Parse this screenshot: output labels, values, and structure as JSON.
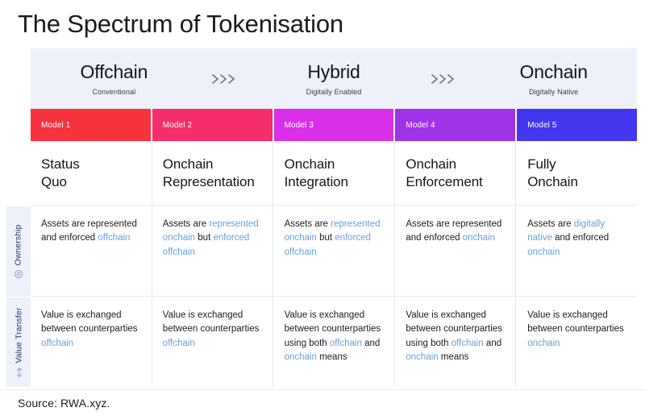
{
  "page": {
    "title": "The Spectrum of Tokenisation",
    "footer": "Source: RWA.xyz."
  },
  "phases": [
    {
      "name": "Offchain",
      "subtitle": "Conventional"
    },
    {
      "name": "Hybrid",
      "subtitle": "Digitally Enabled"
    },
    {
      "name": "Onchain",
      "subtitle": "Digitally Native"
    }
  ],
  "phase_separator": {
    "icon": "triple-chevron-right-icon",
    "glyph": ">>>"
  },
  "row_labels": [
    {
      "label": "Ownership",
      "icon": "ownership-circle-icon"
    },
    {
      "label": "Value Transfer",
      "icon": "value-transfer-arrows-icon"
    }
  ],
  "columns": [
    {
      "chip": "Model 1",
      "color": "#f6333f",
      "name": "Status\nQuo",
      "name_line1": "Status",
      "name_line2": "Quo",
      "ownership": [
        {
          "text": "Assets are represented and enforced ",
          "highlight": false
        },
        {
          "text": "offchain",
          "highlight": true
        }
      ],
      "value_transfer": [
        {
          "text": "Value is exchanged between counterparties ",
          "highlight": false
        },
        {
          "text": "offchain",
          "highlight": true
        }
      ]
    },
    {
      "chip": "Model 2",
      "color": "#f62e6b",
      "name": "Onchain\nRepresentation",
      "name_line1": "Onchain",
      "name_line2": "Representation",
      "ownership": [
        {
          "text": "Assets are ",
          "highlight": false
        },
        {
          "text": "represented onchain",
          "highlight": true
        },
        {
          "text": " but ",
          "highlight": false
        },
        {
          "text": "enforced offchain",
          "highlight": true
        }
      ],
      "value_transfer": [
        {
          "text": "Value is exchanged between counterparties ",
          "highlight": false
        },
        {
          "text": "offchain",
          "highlight": true
        }
      ]
    },
    {
      "chip": "Model 3",
      "color": "#d92fe8",
      "name": "Onchain\nIntegration",
      "name_line1": "Onchain",
      "name_line2": "Integration",
      "ownership": [
        {
          "text": "Assets are ",
          "highlight": false
        },
        {
          "text": "represented onchain",
          "highlight": true
        },
        {
          "text": " but ",
          "highlight": false
        },
        {
          "text": "enforced offchain",
          "highlight": true
        }
      ],
      "value_transfer": [
        {
          "text": "Value is exchanged between counterparties using both ",
          "highlight": false
        },
        {
          "text": "offchain",
          "highlight": true
        },
        {
          "text": " and ",
          "highlight": false
        },
        {
          "text": "onchain",
          "highlight": true
        },
        {
          "text": " means",
          "highlight": false
        }
      ]
    },
    {
      "chip": "Model 4",
      "color": "#a033e8",
      "name": "Onchain\nEnforcement",
      "name_line1": "Onchain",
      "name_line2": "Enforcement",
      "ownership": [
        {
          "text": "Assets are represented and enforced ",
          "highlight": false
        },
        {
          "text": "onchain",
          "highlight": true
        }
      ],
      "value_transfer": [
        {
          "text": "Value is exchanged between counterparties using both ",
          "highlight": false
        },
        {
          "text": "offchain",
          "highlight": true
        },
        {
          "text": " and ",
          "highlight": false
        },
        {
          "text": "onchain",
          "highlight": true
        },
        {
          "text": " means",
          "highlight": false
        }
      ]
    },
    {
      "chip": "Model 5",
      "color": "#4338f0",
      "name": "Fully\nOnchain",
      "name_line1": "Fully",
      "name_line2": "Onchain",
      "ownership": [
        {
          "text": "Assets are ",
          "highlight": false
        },
        {
          "text": "digitally native",
          "highlight": true
        },
        {
          "text": " and enforced ",
          "highlight": false
        },
        {
          "text": "onchain",
          "highlight": true
        }
      ],
      "value_transfer": [
        {
          "text": "Value is exchanged between counterparties ",
          "highlight": false
        },
        {
          "text": "onchain",
          "highlight": true
        }
      ]
    }
  ],
  "colors": {
    "band_background": "#eef1fa",
    "highlight_text": "#67a0dd",
    "body_text": "#1b1b21",
    "chevron": "#6e7180"
  }
}
